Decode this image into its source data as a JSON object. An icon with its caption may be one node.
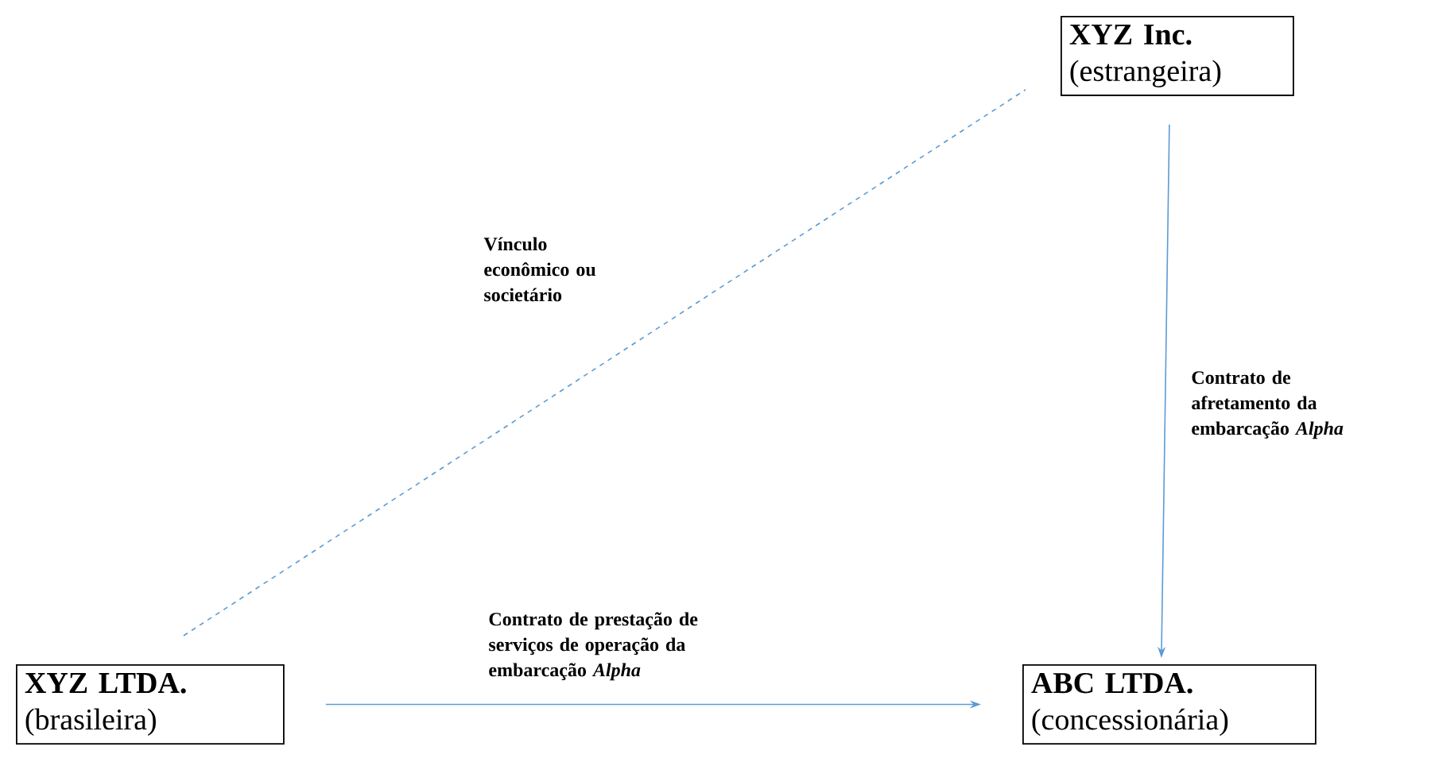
{
  "diagram": {
    "nodes": [
      {
        "text": [
          "XYZ Inc.",
          "(estrangeira)"
        ]
      },
      {
        "text": [
          "XYZ LTDA.",
          "(brasileira)"
        ]
      },
      {
        "text": [
          "ABC LTDA.",
          "(concessionária)"
        ]
      }
    ],
    "edges": [
      {
        "from": 1,
        "to": 0,
        "arrow": "none",
        "style": "dashed",
        "label": "Vínculo econômico ou societário"
      },
      {
        "from": 0,
        "to": 2,
        "arrow": "to",
        "label": "Contrato de afretamento da embarcação *Alpha*"
      },
      {
        "from": 1,
        "to": 2,
        "arrow": "to",
        "label": "Contrato de prestação de serviços de operação da embarcação *Alpha*"
      }
    ]
  }
}
